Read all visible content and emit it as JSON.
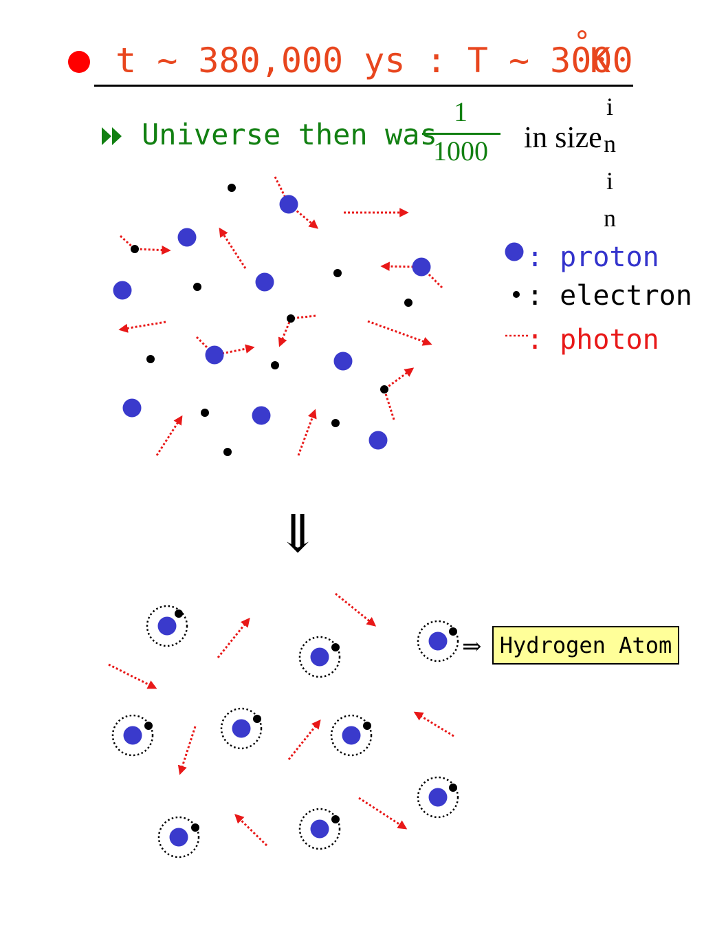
{
  "header": {
    "title": "t ~ 380,000 ys : T ~ 3000",
    "title_degree": "°",
    "title_unit": "K",
    "subtitle_prefix": "Universe then was",
    "fraction_numerator": "1",
    "fraction_denominator": "1000",
    "subtitle_suffix": "in size",
    "vertical_text": [
      "i",
      "n",
      "i",
      "n"
    ]
  },
  "legend": {
    "proton": ": proton",
    "electron": ": electron",
    "photon": ": photon"
  },
  "transition_arrow": "⇓",
  "callout": {
    "arrow": "⇒",
    "label": "Hydrogen Atom"
  },
  "colors": {
    "title": "#e8461e",
    "subtitle": "#128012",
    "proton": "#3a3acc",
    "electron": "#000000",
    "photon": "#e81818",
    "callout_fill": "#ffff99"
  },
  "icons": {
    "bullet": "red-dot-bullet-icon",
    "sub_bullet": "double-triangle-bullet-icon"
  }
}
